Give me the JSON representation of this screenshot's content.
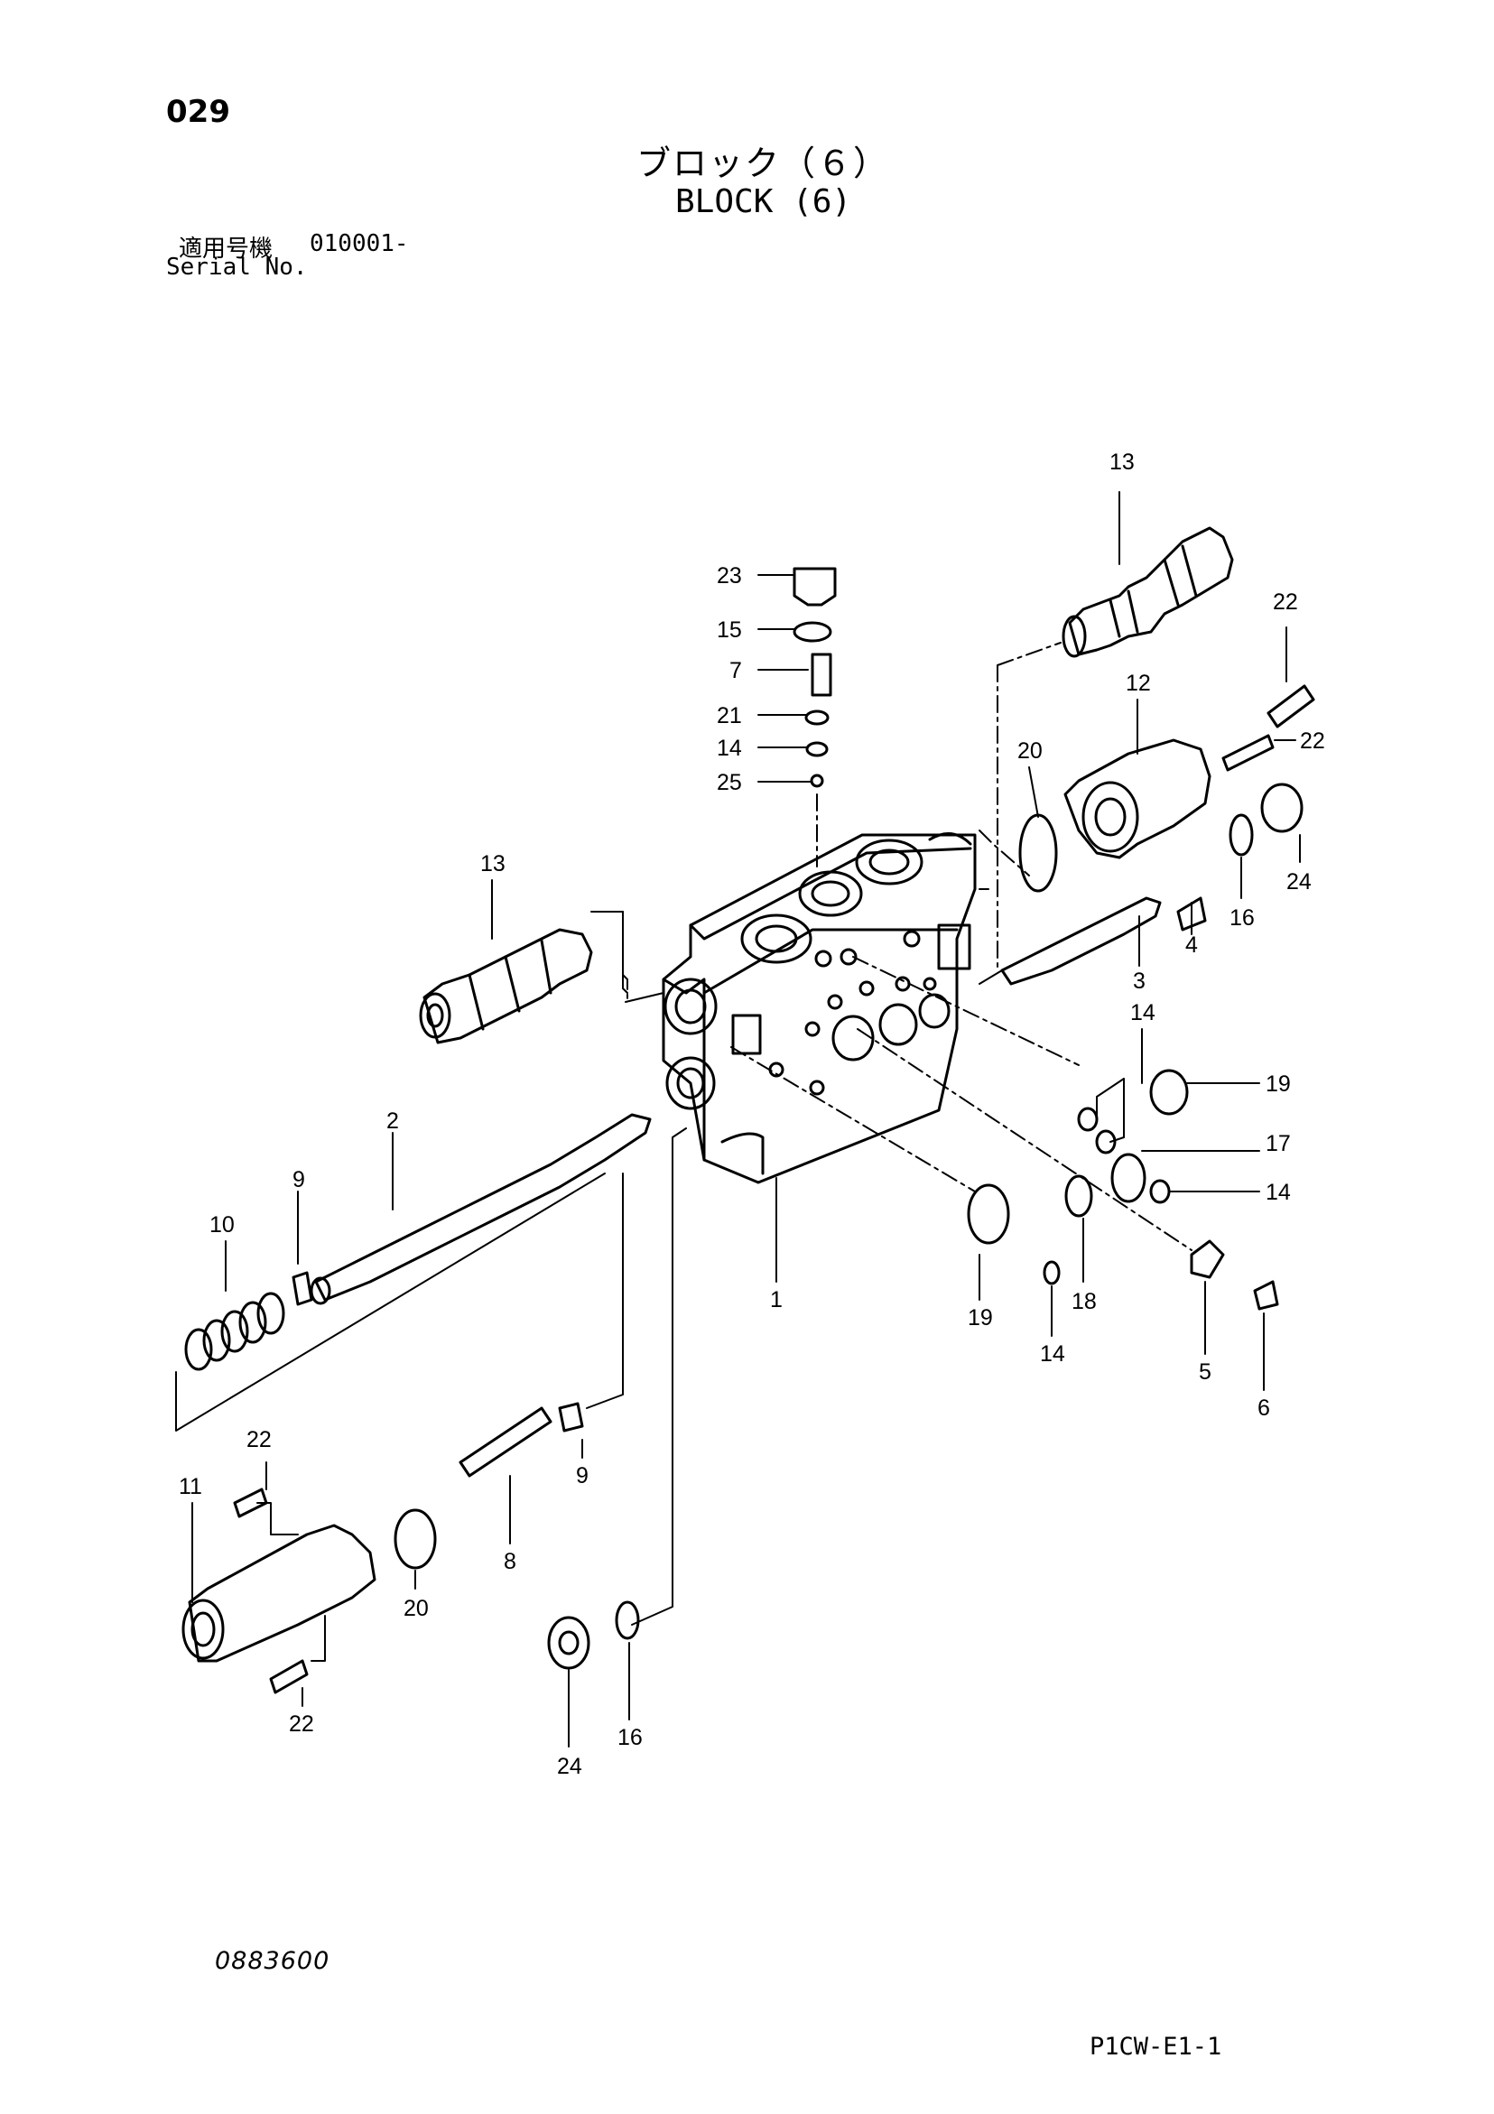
{
  "header": {
    "page_number": "029",
    "title_jp": "ブロック（６）",
    "title_en": "BLOCK (6)",
    "serial_label_jp": "適用号機",
    "serial_value": "010001-",
    "serial_label_en": "Serial No."
  },
  "footer": {
    "drawing_code": "0883600",
    "sheet_code": "P1CW-E1-1"
  },
  "callouts": [
    "13",
    "23",
    "15",
    "7",
    "21",
    "14",
    "25",
    "22",
    "12",
    "20",
    "22",
    "24",
    "16",
    "4",
    "3",
    "13",
    "14",
    "19",
    "17",
    "14",
    "2",
    "9",
    "10",
    "1",
    "19",
    "18",
    "14",
    "5",
    "6",
    "22",
    "11",
    "20",
    "8",
    "9",
    "22",
    "24",
    "16"
  ]
}
